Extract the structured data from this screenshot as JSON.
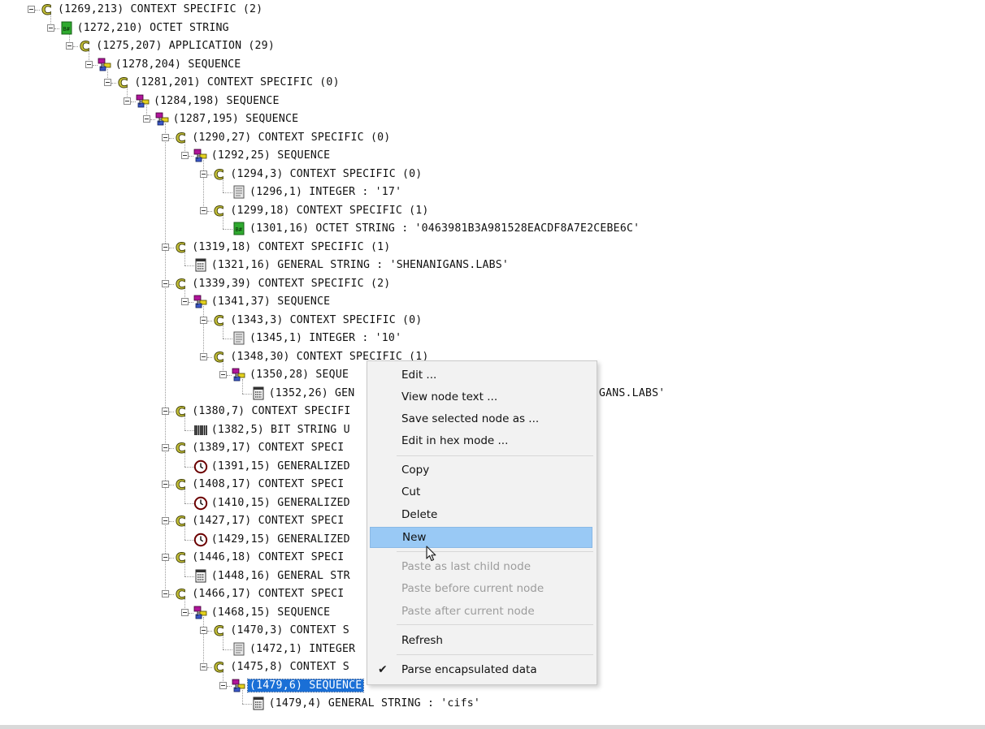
{
  "tree": {
    "nodes": [
      {
        "text": "(1269,213) CONTEXT SPECIFIC (2)",
        "icon": "context-icon"
      },
      {
        "text": "(1272,210) OCTET STRING",
        "icon": "octet-string-icon"
      },
      {
        "text": "(1275,207) APPLICATION (29)",
        "icon": "context-icon"
      },
      {
        "text": "(1278,204) SEQUENCE",
        "icon": "sequence-icon"
      },
      {
        "text": "(1281,201) CONTEXT SPECIFIC (0)",
        "icon": "context-icon"
      },
      {
        "text": "(1284,198) SEQUENCE",
        "icon": "sequence-icon"
      },
      {
        "text": "(1287,195) SEQUENCE",
        "icon": "sequence-icon"
      },
      {
        "text": "(1290,27) CONTEXT SPECIFIC (0)",
        "icon": "context-icon"
      },
      {
        "text": "(1292,25) SEQUENCE",
        "icon": "sequence-icon"
      },
      {
        "text": "(1294,3) CONTEXT SPECIFIC (0)",
        "icon": "context-icon"
      },
      {
        "text": "(1296,1) INTEGER : '17'",
        "icon": "integer-icon"
      },
      {
        "text": "(1299,18) CONTEXT SPECIFIC (1)",
        "icon": "context-icon"
      },
      {
        "text": "(1301,16) OCTET STRING : '0463981B3A981528EACDF8A7E2CEBE6C'",
        "icon": "octet-string-icon"
      },
      {
        "text": "(1319,18) CONTEXT SPECIFIC (1)",
        "icon": "context-icon"
      },
      {
        "text": "(1321,16) GENERAL STRING : 'SHENANIGANS.LABS'",
        "icon": "general-string-icon"
      },
      {
        "text": "(1339,39) CONTEXT SPECIFIC (2)",
        "icon": "context-icon"
      },
      {
        "text": "(1341,37) SEQUENCE",
        "icon": "sequence-icon"
      },
      {
        "text": "(1343,3) CONTEXT SPECIFIC (0)",
        "icon": "context-icon"
      },
      {
        "text": "(1345,1) INTEGER : '10'",
        "icon": "integer-icon"
      },
      {
        "text": "(1348,30) CONTEXT SPECIFIC (1)",
        "icon": "context-icon"
      },
      {
        "text": "(1350,28) SEQUE",
        "icon": "sequence-icon"
      },
      {
        "text": "(1352,26) GEN",
        "icon": "general-string-icon",
        "tail": "GANS.LABS'"
      },
      {
        "text": "(1380,7) CONTEXT SPECIFI",
        "icon": "context-icon"
      },
      {
        "text": "(1382,5) BIT STRING U",
        "icon": "bit-string-icon"
      },
      {
        "text": "(1389,17) CONTEXT SPECI",
        "icon": "context-icon"
      },
      {
        "text": "(1391,15) GENERALIZED",
        "icon": "clock-icon"
      },
      {
        "text": "(1408,17) CONTEXT SPECI",
        "icon": "context-icon"
      },
      {
        "text": "(1410,15) GENERALIZED",
        "icon": "clock-icon"
      },
      {
        "text": "(1427,17) CONTEXT SPECI",
        "icon": "context-icon"
      },
      {
        "text": "(1429,15) GENERALIZED",
        "icon": "clock-icon"
      },
      {
        "text": "(1446,18) CONTEXT SPECI",
        "icon": "context-icon"
      },
      {
        "text": "(1448,16) GENERAL STR",
        "icon": "general-string-icon"
      },
      {
        "text": "(1466,17) CONTEXT SPECI",
        "icon": "context-icon"
      },
      {
        "text": "(1468,15) SEQUENCE",
        "icon": "sequence-icon"
      },
      {
        "text": "(1470,3) CONTEXT S",
        "icon": "context-icon"
      },
      {
        "text": "(1472,1) INTEGER",
        "icon": "integer-icon"
      },
      {
        "text": "(1475,8) CONTEXT S",
        "icon": "context-icon"
      },
      {
        "text": "(1479,6) SEQUENCE",
        "icon": "sequence-icon",
        "selected": true
      },
      {
        "text": "(1479,4) GENERAL STRING : 'cifs'",
        "icon": "general-string-icon"
      }
    ]
  },
  "context_menu": {
    "items": [
      {
        "label": "Edit ...",
        "enabled": true
      },
      {
        "label": "View node text ...",
        "enabled": true
      },
      {
        "label": "Save selected node as ...",
        "enabled": true
      },
      {
        "label": "Edit in hex mode ...",
        "enabled": true
      },
      {
        "label": "Copy",
        "enabled": true
      },
      {
        "label": "Cut",
        "enabled": true
      },
      {
        "label": "Delete",
        "enabled": true
      },
      {
        "label": "New",
        "enabled": true,
        "highlighted": true
      },
      {
        "label": "Paste as last child node",
        "enabled": false
      },
      {
        "label": "Paste before current node",
        "enabled": false
      },
      {
        "label": "Paste after current node",
        "enabled": false
      },
      {
        "label": "Refresh",
        "enabled": true
      },
      {
        "label": "Parse encapsulated data",
        "enabled": true,
        "checked": true
      }
    ]
  },
  "colors": {
    "selection": "#1a6fd6",
    "menu_highlight": "#99c9f5",
    "context_icon": "#c6c23a",
    "octet_icon": "#2faa2f",
    "sequence_magenta": "#b0159a",
    "sequence_yellow": "#e4d21e"
  }
}
